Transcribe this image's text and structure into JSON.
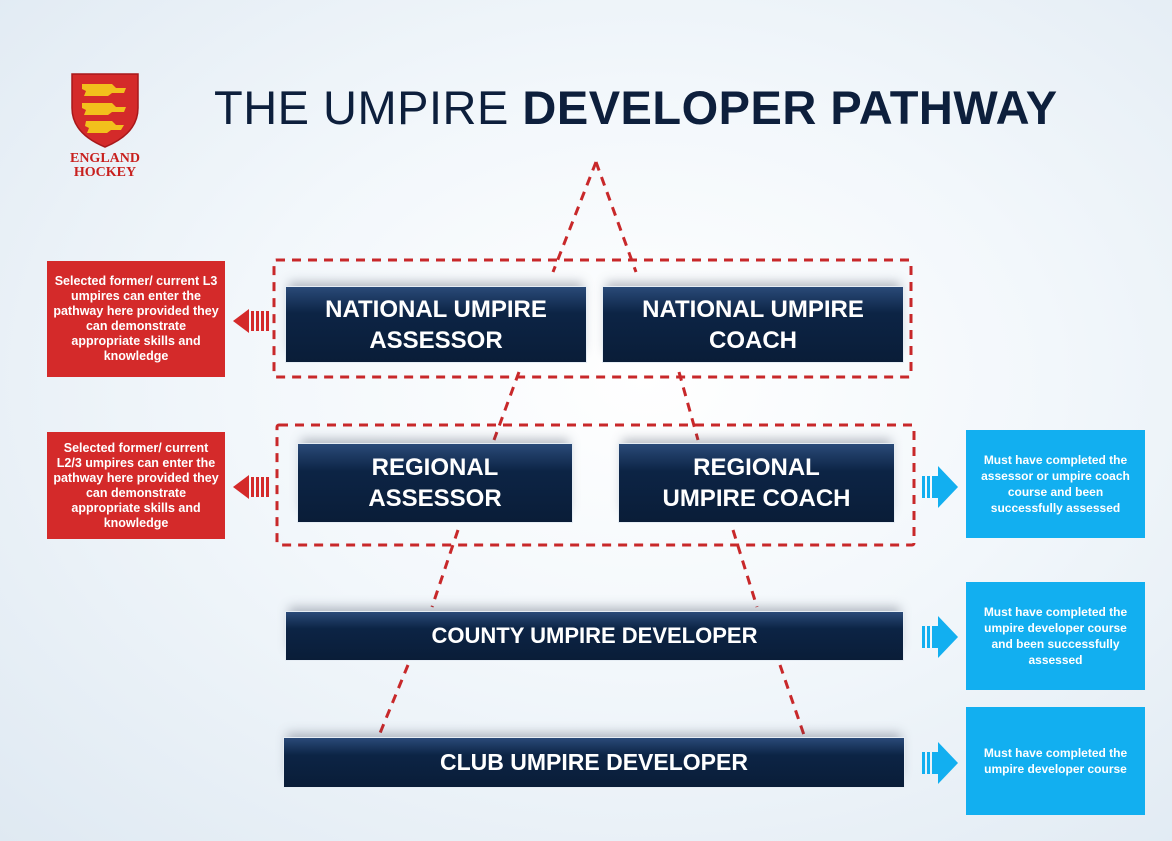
{
  "header": {
    "title_plain": "THE UMPIRE",
    "title_bold": "DEVELOPER PATHWAY"
  },
  "logo": {
    "line1": "ENGLAND",
    "line2": "HOCKEY",
    "icon": "three-lions-shield-icon"
  },
  "pathway": {
    "national_assessor": {
      "line1": "NATIONAL UMPIRE",
      "line2": "ASSESSOR"
    },
    "national_coach": {
      "line1": "NATIONAL UMPIRE",
      "line2": "COACH"
    },
    "regional_assessor": {
      "line1": "REGIONAL",
      "line2": "ASSESSOR"
    },
    "regional_coach": {
      "line1": "REGIONAL",
      "line2": "UMPIRE COACH"
    },
    "county": "COUNTY UMPIRE DEVELOPER",
    "club": "CLUB UMPIRE DEVELOPER"
  },
  "left_notes": {
    "national": {
      "bold": "Selected",
      "rest": "former/ current  L3 umpires can enter the pathway here provided they can demonstrate appropriate skills and knowledge"
    },
    "regional": {
      "bold": "Selected",
      "rest": "former/ current L2/3 umpires can enter the pathway here provided they can demonstrate appropriate skills and knowledge"
    }
  },
  "right_notes": {
    "regional": "Must have completed the assessor or umpire coach course and been successfully assessed",
    "county": "Must have completed the umpire developer course and been successfully assessed",
    "club": "Must have completed the umpire developer course"
  },
  "colors": {
    "navy": "#0c2445",
    "red": "#d42a2a",
    "blue": "#12aff0",
    "dashed": "#c8282a",
    "title": "#0d1f3c"
  },
  "icons": {
    "left_arrow": "left-arrow-icon",
    "right_arrow": "right-arrow-icon"
  }
}
